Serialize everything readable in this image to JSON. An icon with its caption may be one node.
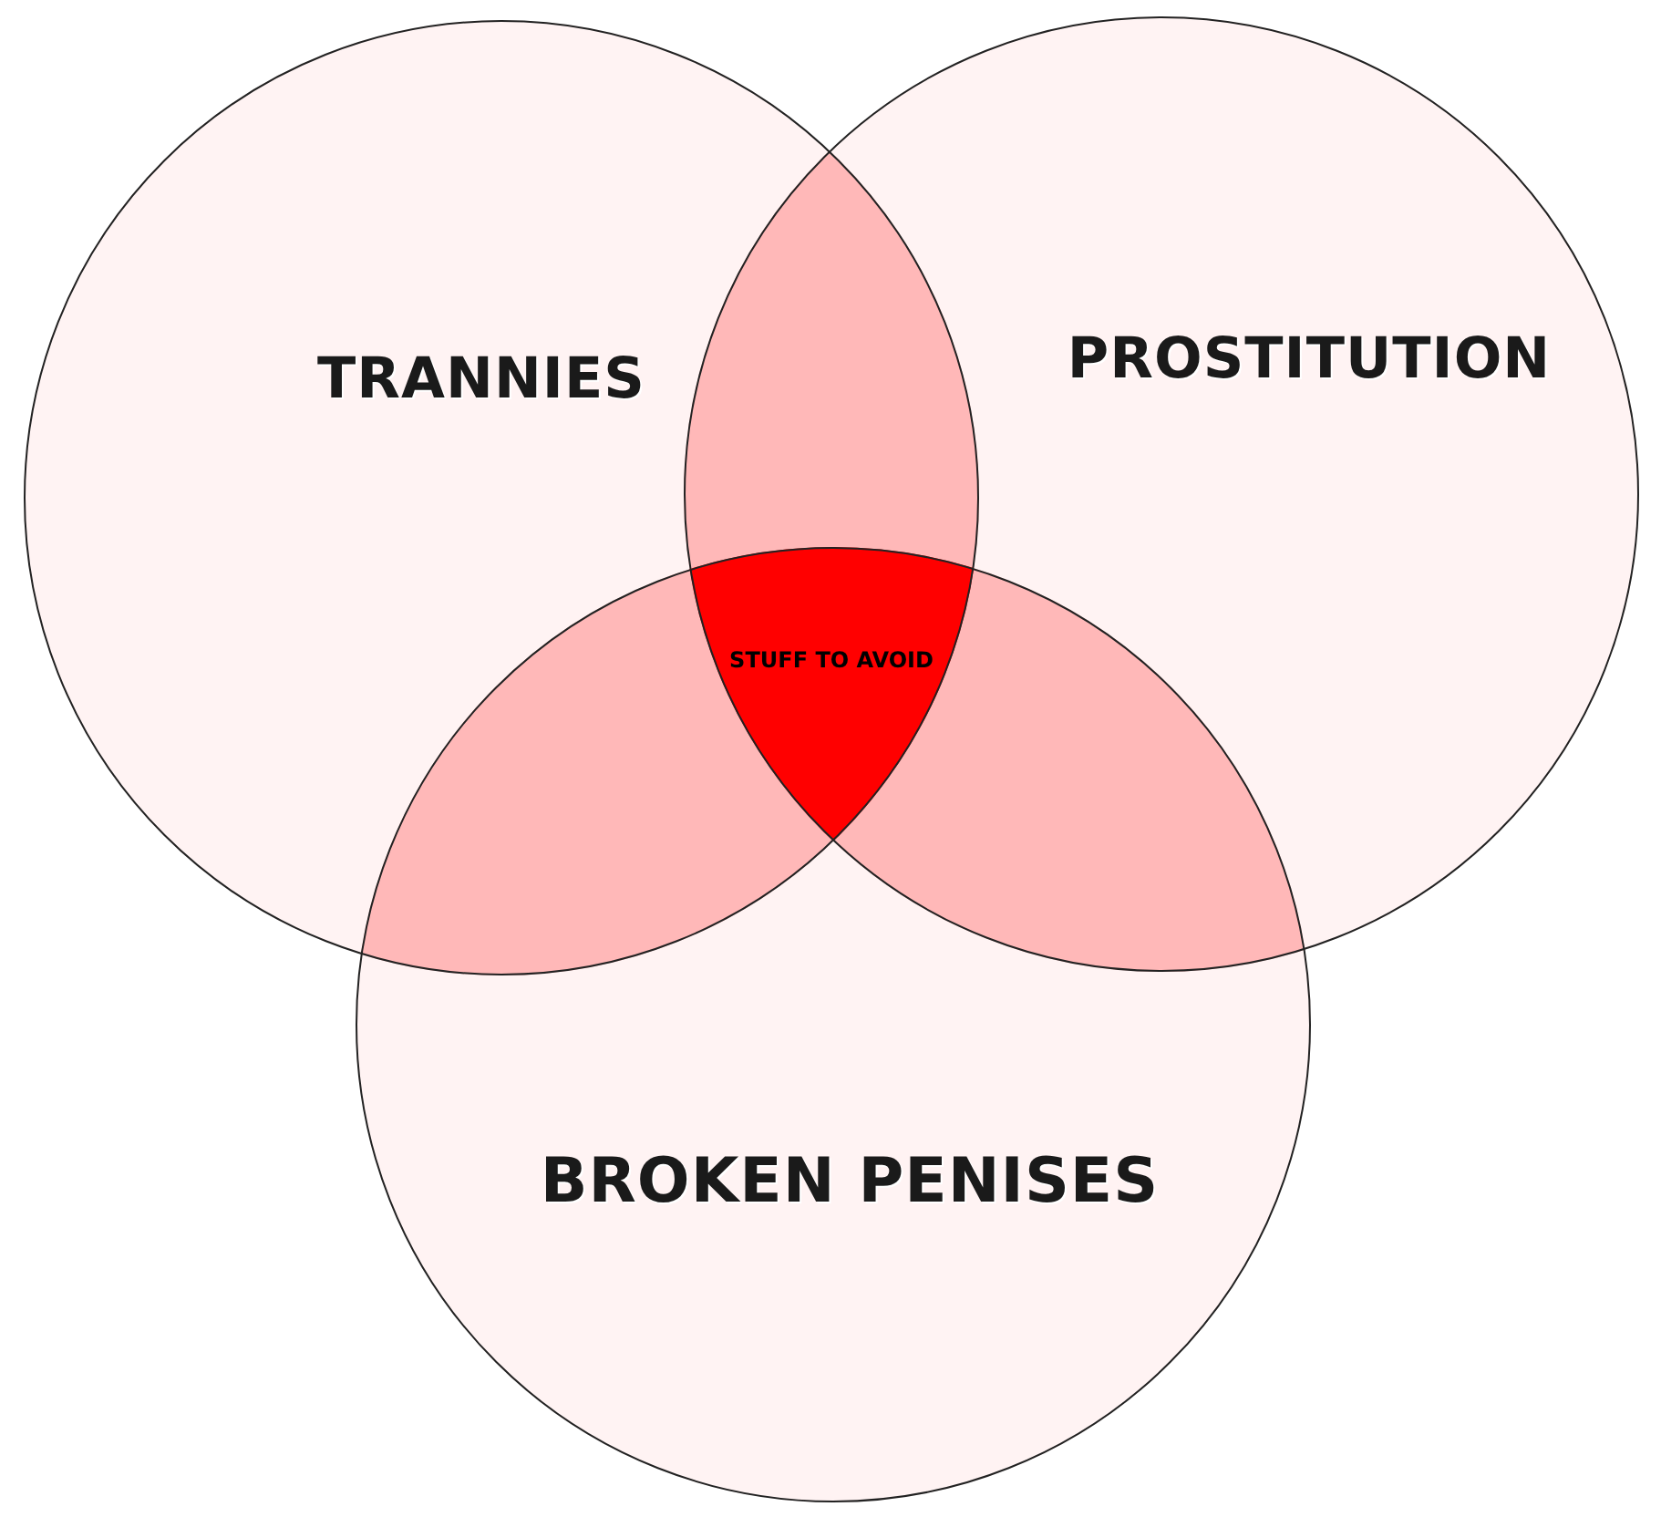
{
  "diagram": {
    "nodes": [
      {
        "text": [
          "TRANNIES"
        ]
      },
      {
        "text": [
          "PROSTITUTION"
        ]
      },
      {
        "text": [
          "BROKEN PENISES"
        ]
      }
    ],
    "labels": [
      "STUFF TO AVOID"
    ]
  }
}
